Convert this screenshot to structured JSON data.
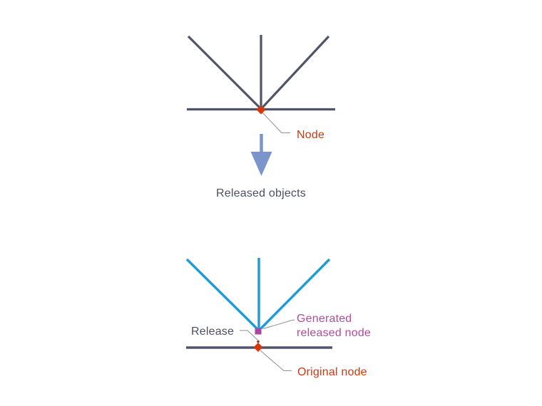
{
  "top_diagram": {
    "description": "members-connected-at-node",
    "node_label": "Node"
  },
  "transition": {
    "arrow_icon": "down-arrow",
    "caption": "Released objects"
  },
  "bottom_diagram": {
    "description": "members-released-from-node",
    "release_label": "Release",
    "generated_released_node_label_line1": "Generated",
    "generated_released_node_label_line2": "released node",
    "original_node_label": "Original node"
  },
  "colors": {
    "background": "#ffffff",
    "member_line": "#505469",
    "released_member_line": "#1b9bd8",
    "node_marker": "#d6380e",
    "node_label_text": "#cc3911",
    "released_node_marker": "#a8489c",
    "released_node_label_text": "#b24a9e",
    "release_point_dot": "#b03018",
    "arrow": "#7b95cb",
    "leader_line": "#8f9097",
    "dark_label_text": "#4b4f63"
  }
}
